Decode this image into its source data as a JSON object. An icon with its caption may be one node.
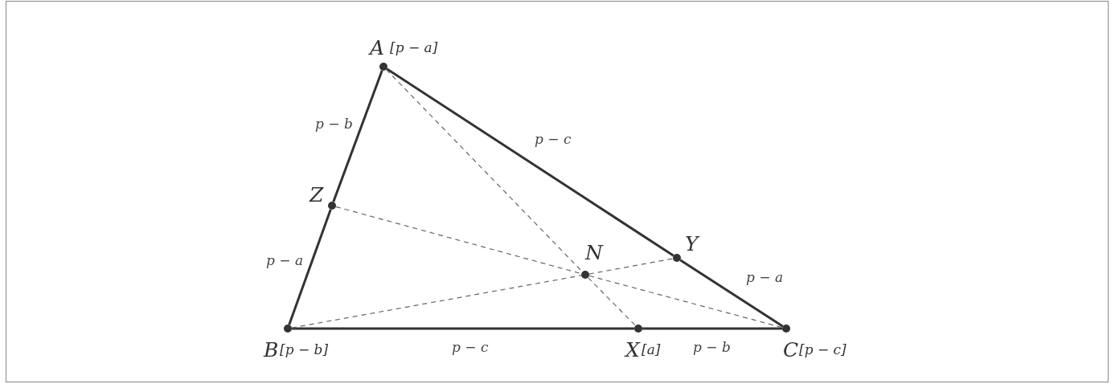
{
  "diagram": {
    "nodes": [
      {
        "text": [
          "A",
          "[p − a]"
        ]
      },
      {
        "text": [
          "Z"
        ]
      },
      {
        "text": [
          "B",
          "[p − b]"
        ]
      },
      {
        "text": [
          "X",
          "[a]"
        ]
      },
      {
        "text": [
          "C",
          "[p − c]"
        ]
      },
      {
        "text": [
          "Y"
        ]
      },
      {
        "text": [
          "N"
        ]
      }
    ],
    "edges": [
      {
        "from": 0,
        "to": 1,
        "arrow": "none",
        "label": "p − b"
      },
      {
        "from": 1,
        "to": 2,
        "arrow": "none",
        "label": "p − a"
      },
      {
        "from": 2,
        "to": 3,
        "arrow": "none",
        "label": "p − c"
      },
      {
        "from": 3,
        "to": 4,
        "arrow": "none",
        "label": "p − b"
      },
      {
        "from": 4,
        "to": 5,
        "arrow": "none",
        "label": "p − a"
      },
      {
        "from": 5,
        "to": 0,
        "arrow": "none",
        "label": "p − c"
      },
      {
        "from": 0,
        "to": 6,
        "arrow": "none",
        "style": "dashed"
      },
      {
        "from": 6,
        "to": 3,
        "arrow": "none",
        "style": "dashed"
      },
      {
        "from": 1,
        "to": 6,
        "arrow": "none",
        "style": "dashed"
      },
      {
        "from": 6,
        "to": 4,
        "arrow": "none",
        "style": "dashed"
      },
      {
        "from": 2,
        "to": 6,
        "arrow": "none",
        "style": "dashed"
      },
      {
        "from": 6,
        "to": 5,
        "arrow": "none",
        "style": "dashed"
      }
    ]
  }
}
